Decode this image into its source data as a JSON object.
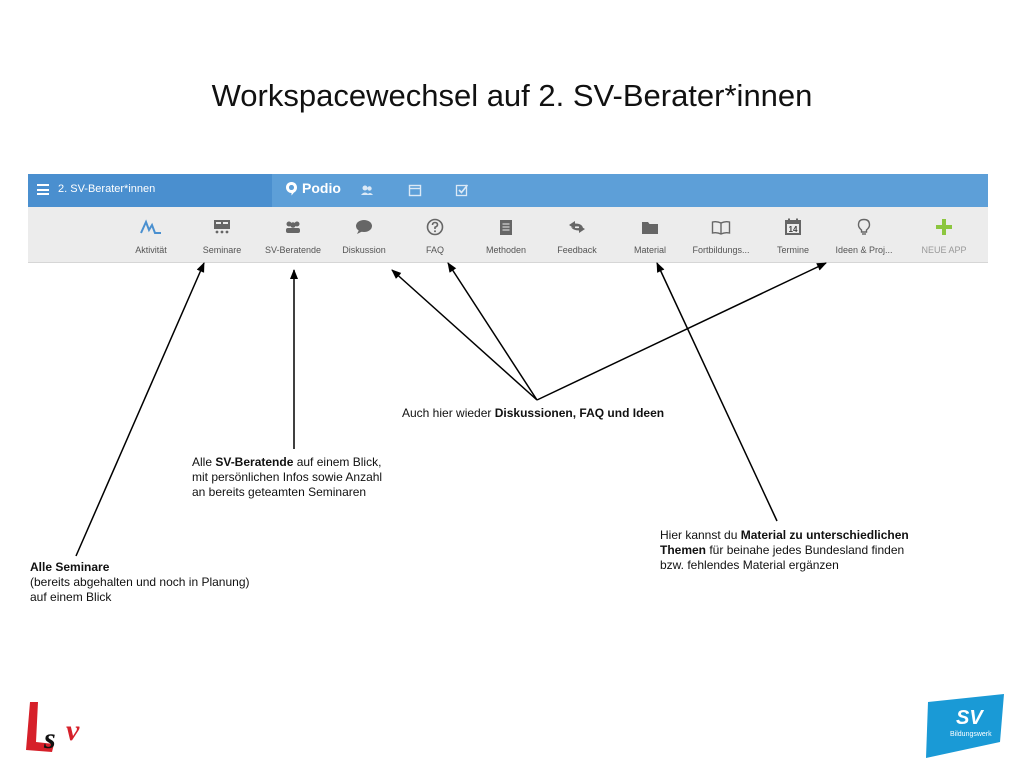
{
  "title": "Workspacewechsel auf 2. SV-Berater*innen",
  "podio": {
    "workspace_name": "2. SV-Berater*innen",
    "logo_text": "Podio",
    "apps": [
      {
        "label": "Aktivität",
        "icon": "activity-icon"
      },
      {
        "label": "Seminare",
        "icon": "seminare-icon"
      },
      {
        "label": "SV-Beratende",
        "icon": "people-icon"
      },
      {
        "label": "Diskussion",
        "icon": "chat-bubble-icon"
      },
      {
        "label": "FAQ",
        "icon": "question-icon"
      },
      {
        "label": "Methoden",
        "icon": "document-icon"
      },
      {
        "label": "Feedback",
        "icon": "feedback-arrows-icon"
      },
      {
        "label": "Material",
        "icon": "folder-icon"
      },
      {
        "label": "Fortbildungs...",
        "icon": "book-icon"
      },
      {
        "label": "Termine",
        "icon": "calendar-icon"
      },
      {
        "label": "Ideen & Proj...",
        "icon": "lightbulb-icon"
      },
      {
        "label": "NEUE APP",
        "icon": "plus-icon"
      }
    ],
    "calendar_day": "14",
    "colors": {
      "topbar": "#5d9fd8",
      "workspace_bg": "#4a8fcf",
      "appbar": "#ececec",
      "new_app_green": "#8cc63f"
    }
  },
  "notes": {
    "diskussion": {
      "pre": "Auch hier wieder ",
      "bold": "Diskussionen, FAQ und Ideen"
    },
    "beratende": {
      "line1_pre": "Alle ",
      "line1_bold": "SV-Beratende",
      "line1_post": " auf einem Blick,",
      "line2": "mit persönlichen Infos sowie Anzahl",
      "line3": "an bereits geteamten Seminaren"
    },
    "material": {
      "line1_pre": "Hier kannst du ",
      "line1_bold": "Material zu unterschiedlichen",
      "line2_bold": "Themen",
      "line2_post": " für beinahe jedes Bundesland finden",
      "line3": "bzw. fehlendes Material ergänzen"
    },
    "seminare": {
      "line1_bold": "Alle Seminare",
      "line2": "(bereits abgehalten und noch in Planung)",
      "line3": "auf einem Blick"
    }
  },
  "logos": {
    "left_text": "LSV",
    "right_text": "SV",
    "right_sub": "Bildungswerk",
    "right_color": "#1a9ad6"
  }
}
